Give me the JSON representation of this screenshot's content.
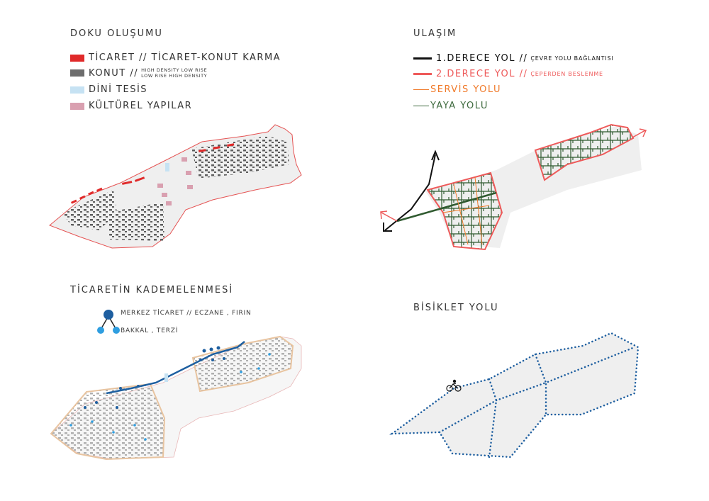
{
  "panels": {
    "doku": {
      "title": "DOKU OLUŞUMU",
      "legend": [
        {
          "label": "TİCARET // TİCARET-KONUT KARMA",
          "color": "#e02a2a"
        },
        {
          "label": "KONUT //",
          "sub1": "HIGH DENSITY LOW RISE",
          "sub2": "LOW RISE HIGH DENSITY",
          "color": "#6d6d6d"
        },
        {
          "label": "DİNİ TESİS",
          "color": "#c6e2f3"
        },
        {
          "label": "KÜLTÜREL YAPILAR",
          "color": "#d9a0b0"
        }
      ]
    },
    "ulasim": {
      "title": "ULAŞIM",
      "legend": [
        {
          "label": "1.DERECE YOL //",
          "note": "ÇEVRE YOLU BAĞLANTISI",
          "color": "#111111"
        },
        {
          "label": "2.DERECE YOL //",
          "note": "ÇEPERDEN BESLENME",
          "color": "#ee5a5a"
        },
        {
          "label": "SERVİS YOLU",
          "color": "#f07a2a"
        },
        {
          "label": "YAYA YOLU",
          "color": "#3e6a3e"
        }
      ]
    },
    "ticaret": {
      "title": "TİCARETİN KADEMELENMESİ",
      "legend": {
        "main": "MERKEZ TİCARET // ECZANE ,  FIRIN",
        "sub": "BAKKAL , TERZİ",
        "main_color": "#1e5fa0",
        "sub_color": "#2f9ee0"
      }
    },
    "bisiklet": {
      "title": "BİSİKLET YOLU",
      "color": "#1e5fa0"
    }
  }
}
